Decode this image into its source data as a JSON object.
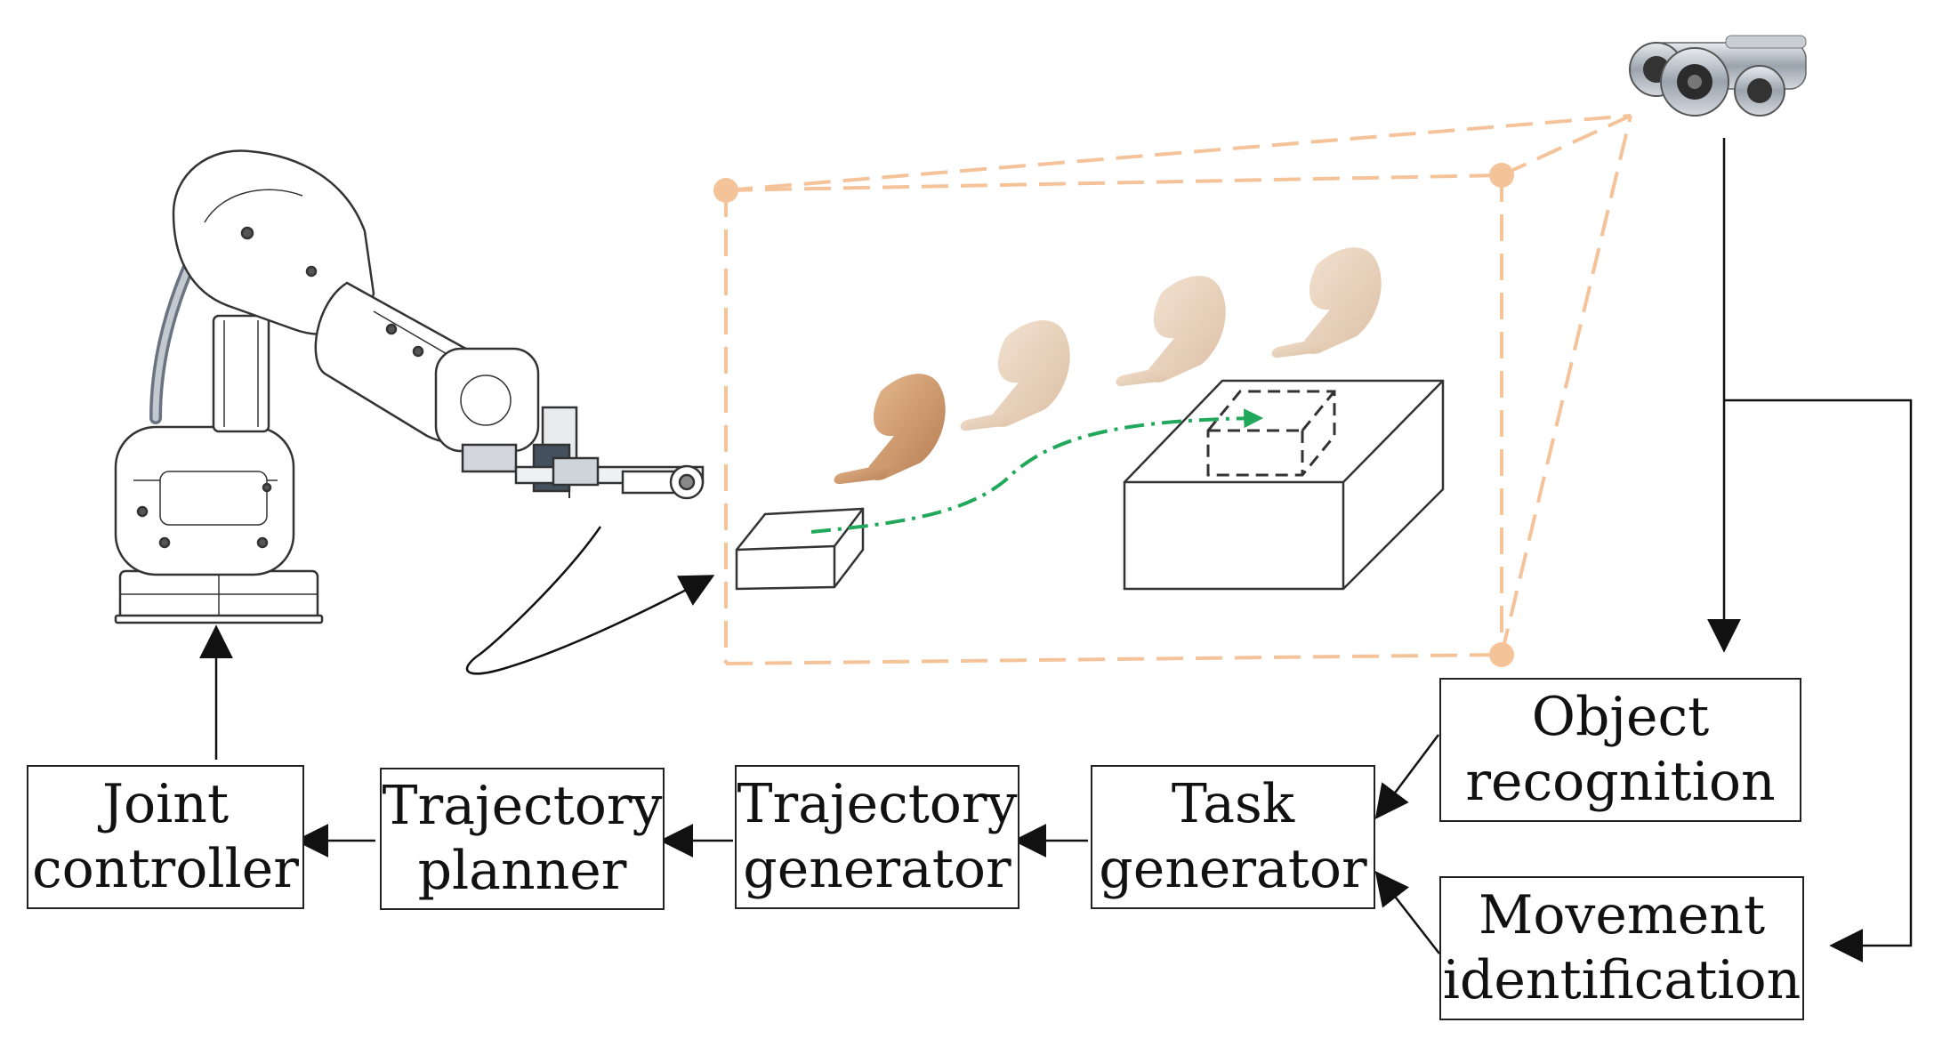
{
  "blocks": {
    "joint_controller": [
      "Joint",
      "controller"
    ],
    "trajectory_planner": [
      "Trajectory",
      "planner"
    ],
    "trajectory_generator": [
      "Trajectory",
      "generator"
    ],
    "task_generator": [
      "Task",
      "generator"
    ],
    "object_recognition": [
      "Object",
      "recognition"
    ],
    "movement_identification": [
      "Movement",
      "identification"
    ]
  },
  "colors": {
    "workspace_dashes": "#f5c39a",
    "path": "#22a85a",
    "line": "#111111",
    "skin": "#e2c3a6"
  },
  "icons": [
    "robot-arm-icon",
    "camera-icon",
    "hand-pointer-icon"
  ]
}
